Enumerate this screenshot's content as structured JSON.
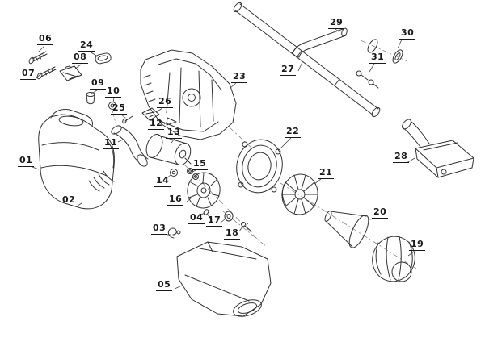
{
  "diagram": {
    "background": "#ffffff",
    "line_color": "#333333",
    "labels": {
      "p01": "01",
      "p02": "02",
      "p03": "03",
      "p04": "04",
      "p05": "05",
      "p06": "06",
      "p07": "07",
      "p08": "08",
      "p09": "09",
      "p10": "10",
      "p11": "11",
      "p12": "12",
      "p13": "13",
      "p14": "14",
      "p15": "15",
      "p16": "16",
      "p17": "17",
      "p18": "18",
      "p19": "19",
      "p20": "20",
      "p21": "21",
      "p22": "22",
      "p23": "23",
      "p24": "24",
      "p25": "25",
      "p26": "26",
      "p27": "27",
      "p28": "28",
      "p29": "29",
      "p30": "30",
      "p31": "31"
    }
  }
}
